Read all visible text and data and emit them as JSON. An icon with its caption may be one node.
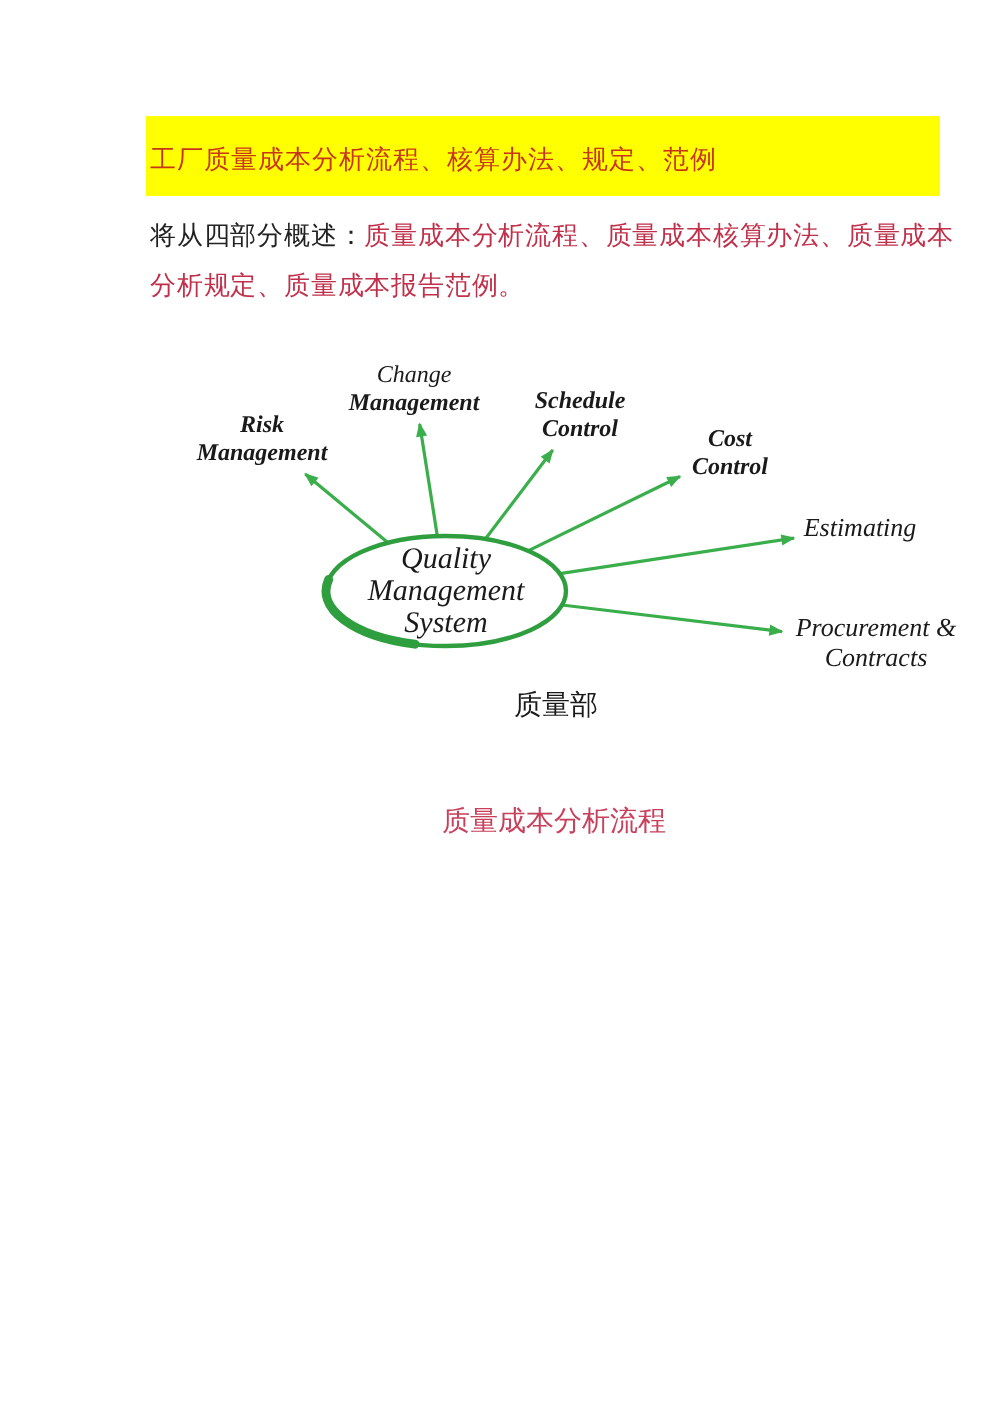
{
  "diagram": {
    "title": "工厂质量成本分析流程、核算办法、规定、范例",
    "caption": "质量部",
    "nodes": [
      {
        "text": [
          "Quality Management System"
        ]
      },
      {
        "text": [
          "Risk Management"
        ]
      },
      {
        "text": [
          "Change **Management**"
        ]
      },
      {
        "text": [
          "Schedule Control"
        ]
      },
      {
        "text": [
          "Cost Control"
        ]
      },
      {
        "text": [
          "Estimating"
        ]
      },
      {
        "text": [
          "Procurement & Contracts"
        ]
      }
    ],
    "edges": [
      {
        "from": 0,
        "to": 1,
        "arrow": "to"
      },
      {
        "from": 0,
        "to": 2,
        "arrow": "to"
      },
      {
        "from": 0,
        "to": 3,
        "arrow": "to"
      },
      {
        "from": 0,
        "to": 4,
        "arrow": "to"
      },
      {
        "from": 0,
        "to": 5,
        "arrow": "to"
      },
      {
        "from": 0,
        "to": 6,
        "arrow": "to"
      }
    ],
    "labels": [
      "将从四部分概述：",
      "质量成本分析流程、质量成本核算办法、质量成本分析规定、质量成本报告范例。",
      "质量成本分析流程"
    ]
  }
}
